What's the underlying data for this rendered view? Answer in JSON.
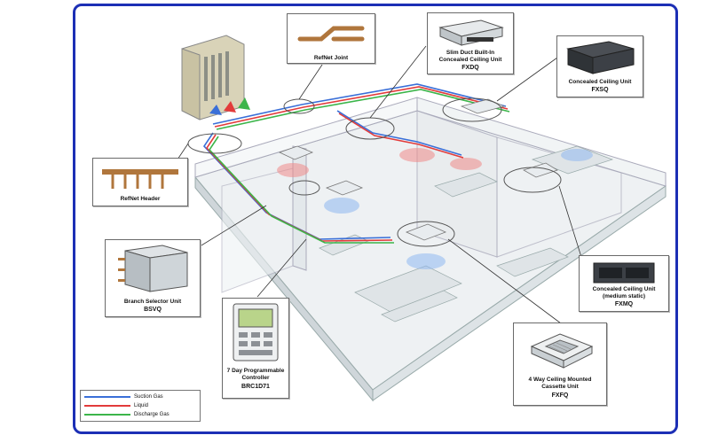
{
  "callouts": {
    "refnet_joint": {
      "label": "RefNet Joint"
    },
    "slim_duct": {
      "line1": "Slim Duct Built-In",
      "line2": "Concealed Ceiling Unit",
      "code": "FXDQ"
    },
    "concealed_fxsq": {
      "line1": "Concealed Ceiling Unit",
      "code": "FXSQ"
    },
    "refnet_header": {
      "label": "RefNet Header"
    },
    "branch_selector": {
      "line1": "Branch Selector Unit",
      "code": "BSVQ"
    },
    "controller": {
      "line1": "7 Day Programmable",
      "line2": "Controller",
      "code": "BRC1D71"
    },
    "concealed_fxmq": {
      "line1": "Concealed Ceiling Unit",
      "line2": "(medium static)",
      "code": "FXMQ"
    },
    "cassette": {
      "line1": "4 Way Ceiling Mounted",
      "line2": "Cassette Unit",
      "code": "FXFQ"
    }
  },
  "legend": {
    "items": [
      {
        "label": "Suction Gas",
        "color": "#3a6fd8"
      },
      {
        "label": "Liquid",
        "color": "#e23b3b"
      },
      {
        "label": "Discharge Gas",
        "color": "#3cb54a"
      }
    ]
  },
  "colors": {
    "frame": "#1c2fb5",
    "suction": "#3a6fd8",
    "liquid": "#e23b3b",
    "discharge": "#3cb54a"
  }
}
